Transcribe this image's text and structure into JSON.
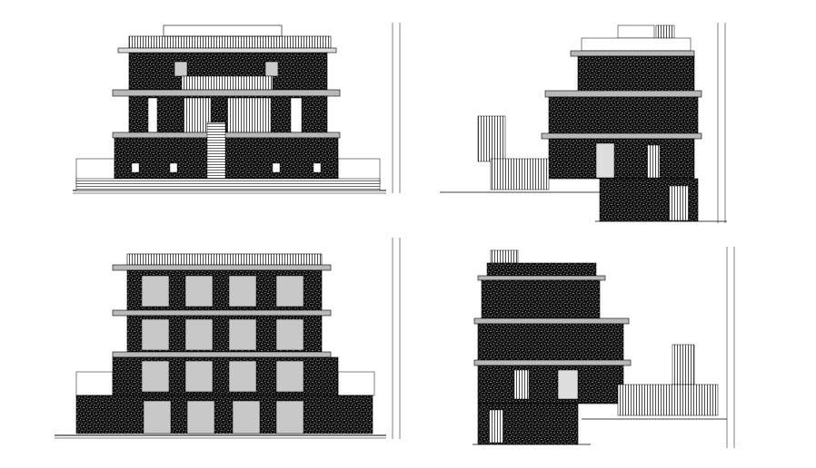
{
  "drawing": {
    "background": "#ffffff",
    "ink": "#000000",
    "fill_grey": "#b9b9b9",
    "stipple": "#1a1a1a"
  },
  "elevations": [
    {
      "name": "elevation-top-left",
      "storeys": 3,
      "type": "front"
    },
    {
      "name": "elevation-top-right",
      "storeys": 3,
      "type": "side"
    },
    {
      "name": "elevation-bottom-left",
      "storeys": 4,
      "type": "front"
    },
    {
      "name": "elevation-bottom-right",
      "storeys": 4,
      "type": "side"
    }
  ],
  "level_labels": {
    "note": "",
    "items": []
  }
}
